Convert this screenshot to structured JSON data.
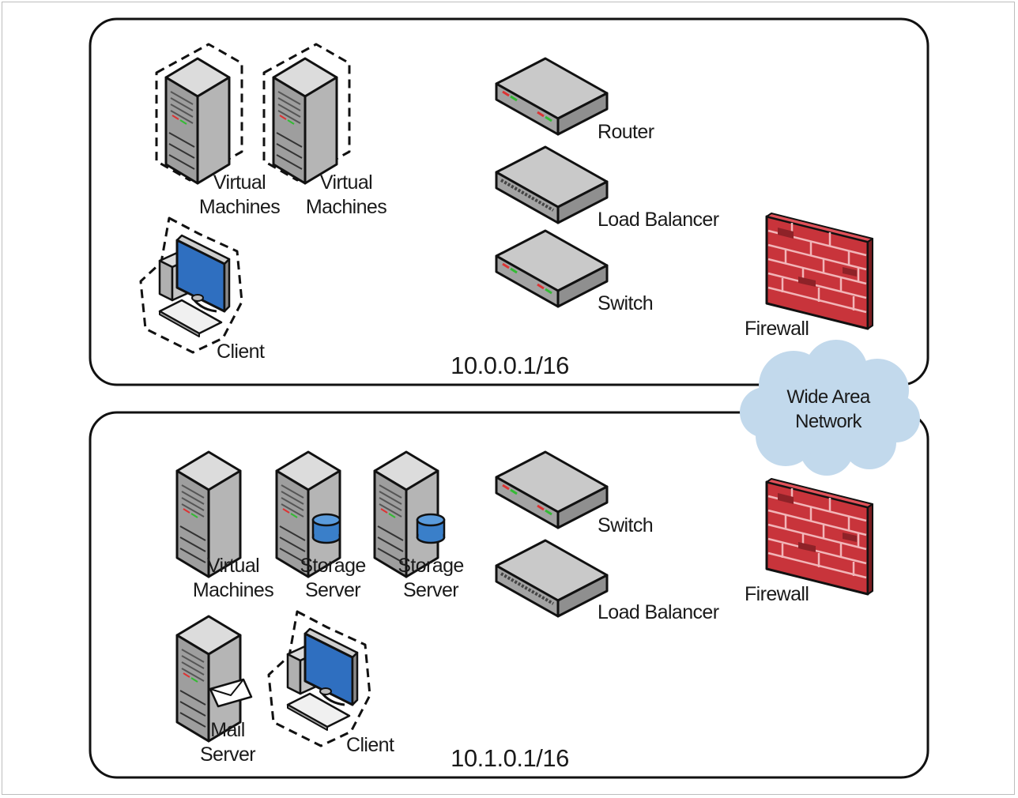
{
  "networks": [
    {
      "subnet": "10.0.0.1/16",
      "labels": {
        "vm1": "Virtual\nMachines",
        "vm2": "Virtual\nMachines",
        "client": "Client",
        "router": "Router",
        "load_balancer": "Load Balancer",
        "switch": "Switch",
        "firewall": "Firewall"
      }
    },
    {
      "subnet": "10.1.0.1/16",
      "labels": {
        "vm": "Virtual\nMachines",
        "storage1": "Storage\nServer",
        "storage2": "Storage\nServer",
        "switch": "Switch",
        "load_balancer": "Load Balancer",
        "firewall": "Firewall",
        "mail": "Mail\nServer",
        "client": "Client"
      }
    }
  ],
  "wan": {
    "label": "Wide Area\nNetwork"
  },
  "colors": {
    "firewall_brick": "#c8343b",
    "monitor_screen": "#2f6fc0",
    "storage_disk": "#3a7fc9",
    "cloud": "#c2d9ec",
    "device_gray": "#8c8c8c"
  },
  "icons": [
    "server-icon",
    "monitor-icon",
    "router-icon",
    "switch-icon",
    "load-balancer-icon",
    "firewall-icon",
    "database-icon",
    "envelope-icon",
    "cloud-icon"
  ]
}
